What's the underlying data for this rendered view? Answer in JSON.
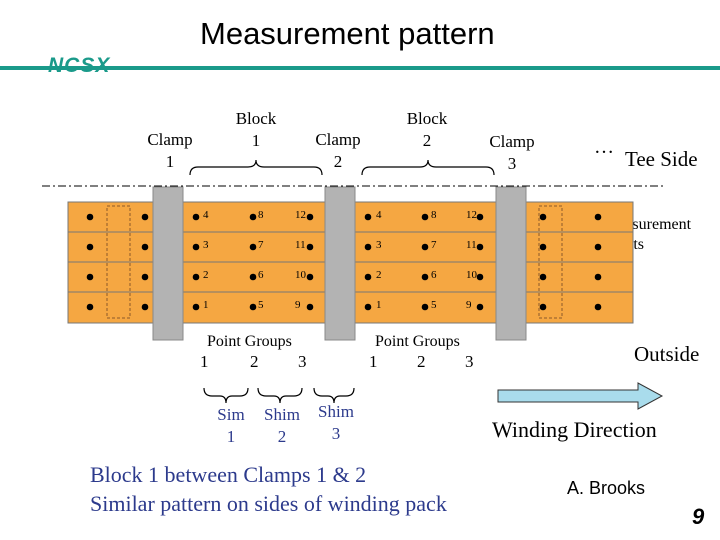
{
  "title": "Measurement pattern",
  "logo": "NCSX",
  "clamps": [
    {
      "label": "Clamp",
      "num": "1"
    },
    {
      "label": "Clamp",
      "num": "2"
    },
    {
      "label": "Clamp",
      "num": "3"
    }
  ],
  "blocks": [
    {
      "label": "Block",
      "num": "1"
    },
    {
      "label": "Block",
      "num": "2"
    }
  ],
  "tee_side": {
    "dots": "…",
    "label": "Tee Side"
  },
  "measurement_points": {
    "line1": "Measurement",
    "line2": "Points"
  },
  "grid_numbers": {
    "row1": [
      "4",
      "8",
      "12"
    ],
    "row2": [
      "3",
      "7",
      "11"
    ],
    "row3": [
      "2",
      "6",
      "10"
    ],
    "row4": [
      "1",
      "5",
      "9"
    ]
  },
  "point_groups": {
    "label": "Point Groups",
    "nums": [
      "1",
      "2",
      "3"
    ]
  },
  "shims": [
    {
      "label": "Sim",
      "num": "1"
    },
    {
      "label": "Shim",
      "num": "2"
    },
    {
      "label": "Shim",
      "num": "3"
    }
  ],
  "outside": "Outside",
  "winding_direction": "Winding Direction",
  "notes": {
    "line1": "Block 1 between Clamps 1 & 2",
    "line2": "Similar pattern on sides of winding pack"
  },
  "author": "A. Brooks",
  "page_number": "9",
  "colors": {
    "winding_pack": "#f5a742",
    "clamp": "#b3b3b3",
    "logo": "#1a9a8a",
    "arrow": "#a9dcec"
  }
}
